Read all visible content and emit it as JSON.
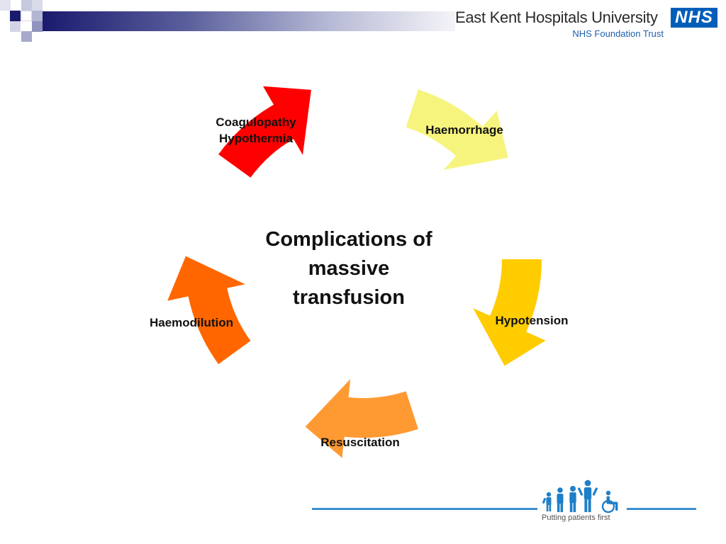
{
  "header": {
    "org_name": "East Kent Hospitals University",
    "org_subtitle": "NHS Foundation Trust",
    "nhs_logo_text": "NHS",
    "colors": {
      "bar_dark": "#1a1a6e",
      "bar_light": "#f4f4f8",
      "nhs_blue": "#005eb8"
    }
  },
  "diagram": {
    "center_title": "Complications of massive transfusion",
    "nodes": [
      {
        "label": "Haemorrhage",
        "arrow_color": "#f7f47e"
      },
      {
        "label": "Hypotension",
        "arrow_color": "#ffcc00"
      },
      {
        "label": "Resuscitation",
        "arrow_color": "#ff9a33"
      },
      {
        "label": "Haemodilution",
        "arrow_color": "#ff6600"
      },
      {
        "label": "Coagulopathy\nHypothermia",
        "arrow_color": "#ff0000"
      }
    ]
  },
  "footer": {
    "tagline": "Putting patients first",
    "icons": [
      "child-icon",
      "adult-icon",
      "adult-icon",
      "tall-adult-icon",
      "wheelchair-icon"
    ],
    "line_color": "#3d8fd0"
  }
}
